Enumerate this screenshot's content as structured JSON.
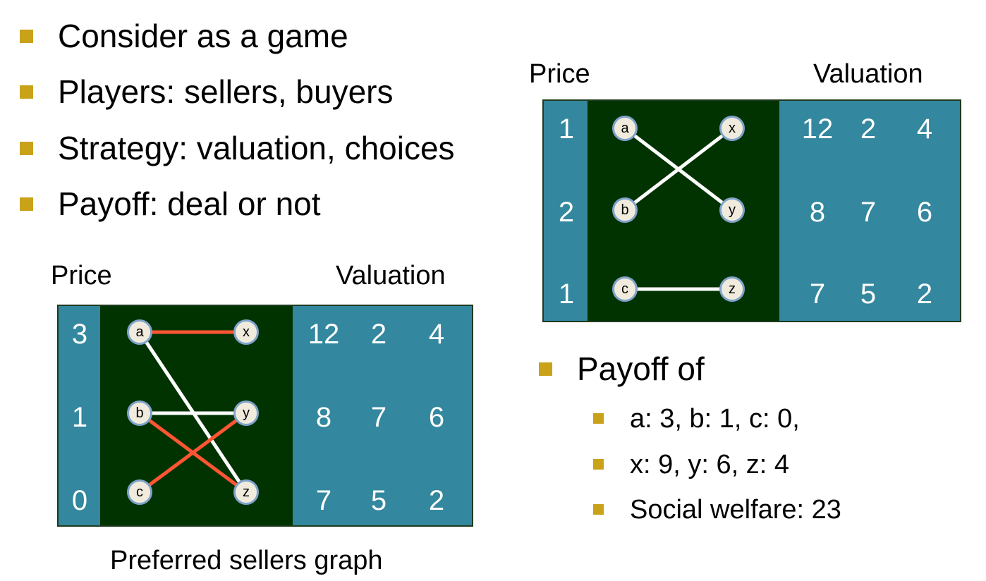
{
  "bullets": [
    "Consider as a game",
    "Players: sellers, buyers",
    "Strategy: valuation, choices",
    "Payoff: deal or not"
  ],
  "left_panel": {
    "price_label": "Price",
    "valuation_label": "Valuation",
    "prices": [
      "3",
      "1",
      "0"
    ],
    "sellers": [
      "a",
      "b",
      "c"
    ],
    "buyers": [
      "x",
      "y",
      "z"
    ],
    "valuations": [
      [
        "12",
        "2",
        "4"
      ],
      [
        "8",
        "7",
        "6"
      ],
      [
        "7",
        "5",
        "2"
      ]
    ],
    "caption": "Preferred sellers graph",
    "edges": [
      {
        "from": "a",
        "to": "x",
        "color": "#ff5533"
      },
      {
        "from": "a",
        "to": "z",
        "color": "#ffffff"
      },
      {
        "from": "b",
        "to": "y",
        "color": "#ffffff"
      },
      {
        "from": "b",
        "to": "z",
        "color": "#ff5533"
      },
      {
        "from": "c",
        "to": "y",
        "color": "#ff5533"
      }
    ]
  },
  "right_panel": {
    "price_label": "Price",
    "valuation_label": "Valuation",
    "prices": [
      "1",
      "2",
      "1"
    ],
    "sellers": [
      "a",
      "b",
      "c"
    ],
    "buyers": [
      "x",
      "y",
      "z"
    ],
    "valuations": [
      [
        "12",
        "2",
        "4"
      ],
      [
        "8",
        "7",
        "6"
      ],
      [
        "7",
        "5",
        "2"
      ]
    ],
    "edges": [
      {
        "from": "a",
        "to": "y",
        "color": "#ffffff"
      },
      {
        "from": "b",
        "to": "x",
        "color": "#ffffff"
      },
      {
        "from": "c",
        "to": "z",
        "color": "#ffffff"
      }
    ]
  },
  "payoff": {
    "heading": "Payoff of",
    "items": [
      "a: 3, b: 1, c: 0,",
      "x: 9, y: 6, z: 4",
      "Social welfare: 23"
    ]
  },
  "colors": {
    "bullet": "#c9a21a",
    "panel_blue": "#33879e",
    "panel_green": "#003300",
    "match_edge": "#ff5533",
    "pref_edge": "#ffffff"
  }
}
